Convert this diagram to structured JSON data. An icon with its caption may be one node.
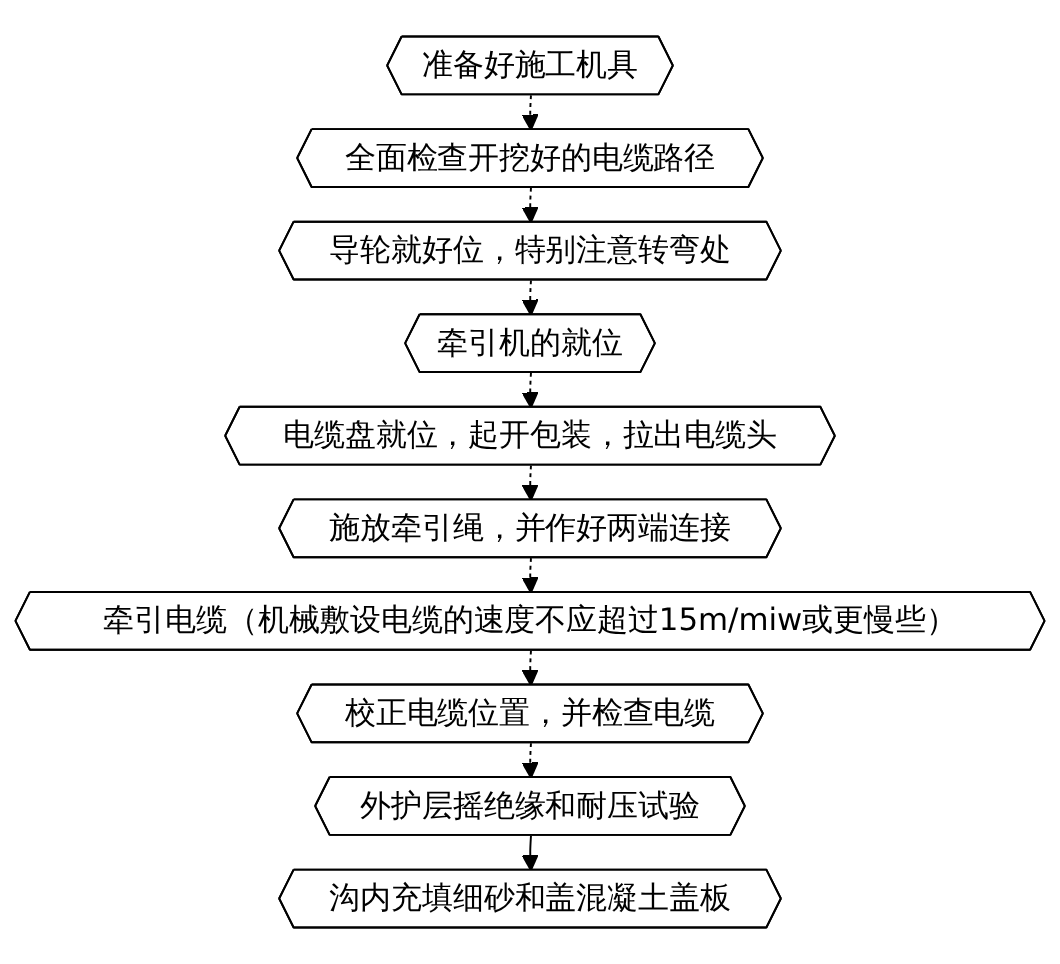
{
  "diagram": {
    "nodes": [
      {
        "text": [
          "准备好施工机具"
        ]
      },
      {
        "text": [
          "全面检查开挖好的电缆路径"
        ]
      },
      {
        "text": [
          "导轮就好位，特别注意转弯处"
        ]
      },
      {
        "text": [
          "牵引机的就位"
        ]
      },
      {
        "text": [
          "电缆盘就位，起开包装，拉出电缆头"
        ]
      },
      {
        "text": [
          "施放牵引绳，并作好两端连接"
        ]
      },
      {
        "text": [
          "牵引电缆（机械敷设电缆的速度不应超过15m/miw或更慢些）"
        ]
      },
      {
        "text": [
          "校正电缆位置，并检查电缆"
        ]
      },
      {
        "text": [
          "外护层摇绝缘和耐压试验"
        ]
      },
      {
        "text": [
          "沟内充填细砂和盖混凝土盖板"
        ]
      }
    ],
    "edges": [
      {
        "from": 0,
        "to": 1,
        "arrow": "to",
        "style": "dashed"
      },
      {
        "from": 1,
        "to": 2,
        "arrow": "to",
        "style": "dashed"
      },
      {
        "from": 2,
        "to": 3,
        "arrow": "to",
        "style": "dashed"
      },
      {
        "from": 3,
        "to": 4,
        "arrow": "to",
        "style": "dashed"
      },
      {
        "from": 4,
        "to": 5,
        "arrow": "to",
        "style": "dashed"
      },
      {
        "from": 5,
        "to": 6,
        "arrow": "to",
        "style": "dashed"
      },
      {
        "from": 6,
        "to": 7,
        "arrow": "to",
        "style": "dashed"
      },
      {
        "from": 7,
        "to": 8,
        "arrow": "to",
        "style": "dashed"
      },
      {
        "from": 8,
        "to": 9,
        "arrow": "to"
      }
    ]
  }
}
